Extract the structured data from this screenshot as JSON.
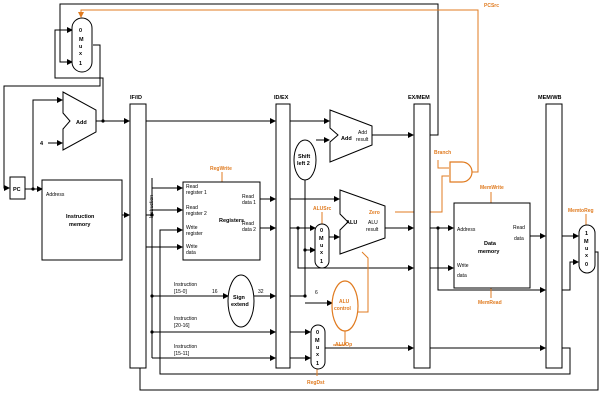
{
  "colors": {
    "control": "#e07b20",
    "wire": "#000000",
    "background": "#ffffff"
  },
  "labels": {
    "pc": "PC",
    "add_pc": "Add",
    "four": "4",
    "pc_mux": [
      "0",
      "M",
      "u",
      "x",
      "1"
    ],
    "pcsrc": "PCSrc",
    "instr_mem_address": "Address",
    "instr_mem_title": [
      "Instruction",
      "memory"
    ],
    "instruction_vertical": "Instruction",
    "if_id": "IF/ID",
    "id_ex": "ID/EX",
    "ex_mem": "EX/MEM",
    "mem_wb": "MEM/WB",
    "regwrite": "RegWrite",
    "read_reg1": [
      "Read",
      "register 1"
    ],
    "read_reg2": [
      "Read",
      "register 2"
    ],
    "registers": "Registers",
    "write_register": [
      "Write",
      "register"
    ],
    "write_data": [
      "Write",
      "data"
    ],
    "read_data1": [
      "Read",
      "data 1"
    ],
    "read_data2": [
      "Read",
      "data 2"
    ],
    "instr_15_0": [
      "Instruction",
      "[15-0]"
    ],
    "instr_20_16": [
      "Instruction",
      "[20-16]"
    ],
    "instr_15_11": [
      "Instruction",
      "[15-11]"
    ],
    "sixteen": "16",
    "thirtytwo": "32",
    "six": "6",
    "sign_extend": [
      "Sign",
      "extend"
    ],
    "shift_left": [
      "Shift",
      "left 2"
    ],
    "add_branch": [
      "Add",
      "Add",
      "result"
    ],
    "alusrc": "ALUSrc",
    "alu_mux": [
      "0",
      "M",
      "u",
      "x",
      "1"
    ],
    "alu": [
      "ALU",
      "ALU",
      "result"
    ],
    "zero": "Zero",
    "alu_control": [
      "ALU",
      "control"
    ],
    "aluop": "ALUOp",
    "regdst": "RegDst",
    "regdst_mux": [
      "0",
      "M",
      "u",
      "x",
      "1"
    ],
    "branch": "Branch",
    "memwrite": "MemWrite",
    "memread": "MemRead",
    "dm_address": "Address",
    "dm_title": [
      "Data",
      "memory"
    ],
    "dm_read_data": [
      "Read",
      "data"
    ],
    "dm_write_data": [
      "Write",
      "data"
    ],
    "memtoreg": "MemtoReg",
    "wb_mux": [
      "1",
      "M",
      "u",
      "x",
      "0"
    ]
  }
}
